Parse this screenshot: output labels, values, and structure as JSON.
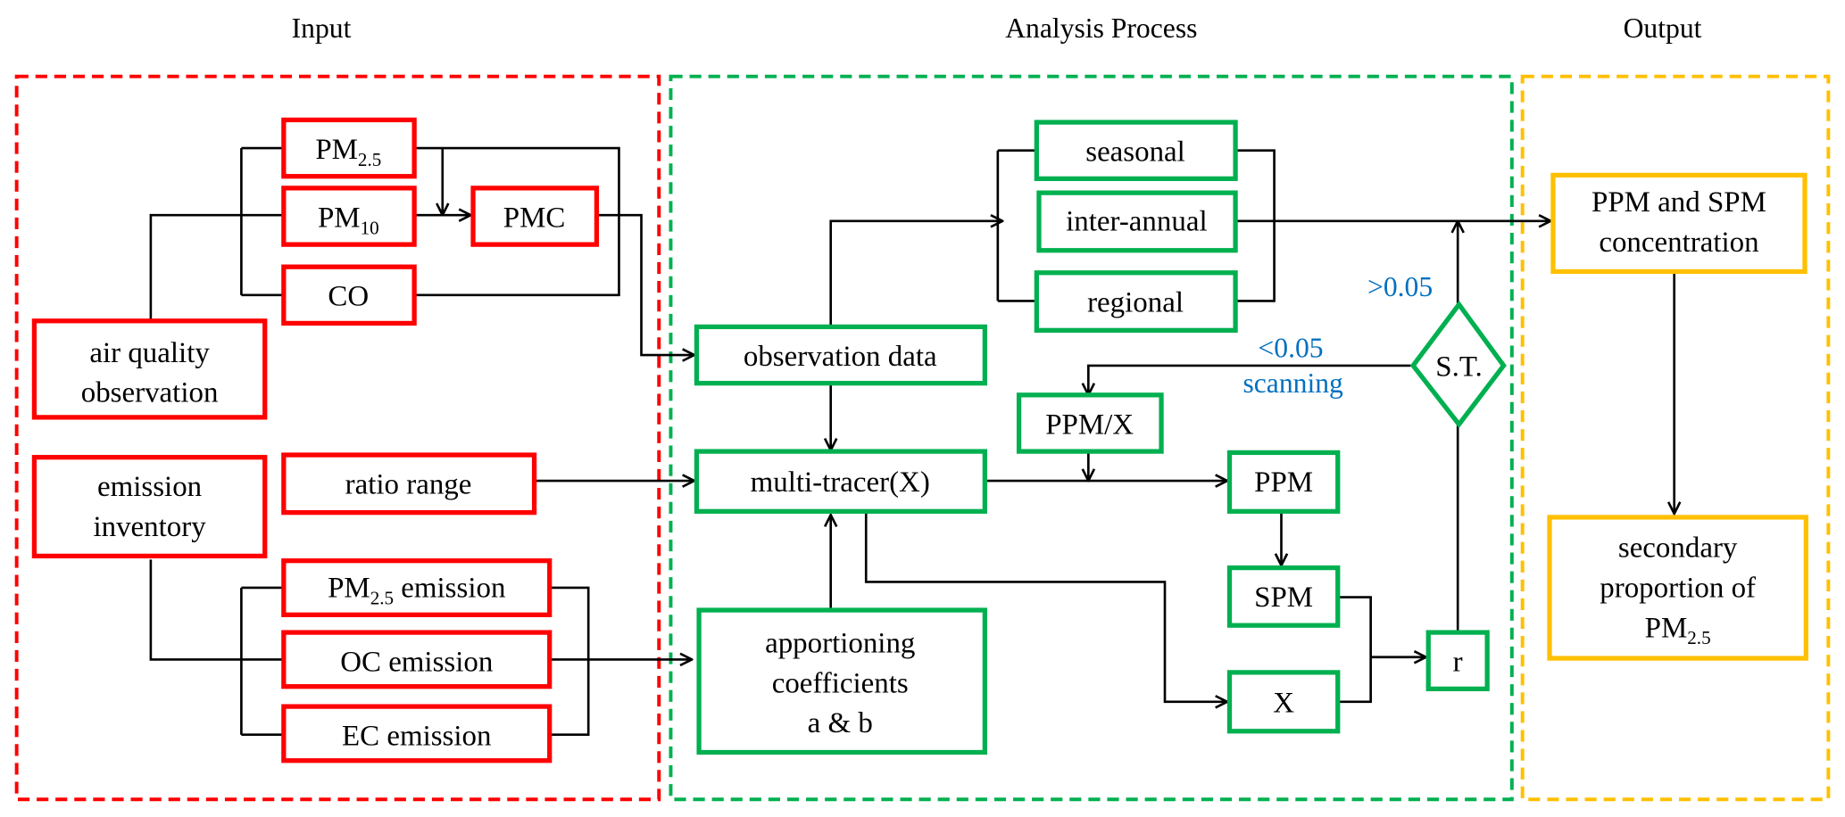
{
  "colors": {
    "input": "#ff0000",
    "analysis": "#00b050",
    "output": "#ffc000",
    "annotation": "#0070c0",
    "line": "#000000"
  },
  "sections": {
    "input": {
      "title": "Input"
    },
    "analysis": {
      "title": "Analysis Process"
    },
    "output": {
      "title": "Output"
    }
  },
  "input": {
    "pm25": {
      "base": "PM",
      "sub": "2.5"
    },
    "pm10": {
      "base": "PM",
      "sub": "10"
    },
    "co": "CO",
    "pmc": "PMC",
    "air_quality": [
      "air quality",
      "observation"
    ],
    "emission_inventory": [
      "emission",
      "inventory"
    ],
    "ratio_range": "ratio range",
    "pm25_emission": {
      "base": "PM",
      "sub": "2.5",
      "suffix": " emission"
    },
    "oc_emission": "OC emission",
    "ec_emission": "EC emission"
  },
  "analysis": {
    "seasonal": "seasonal",
    "inter_annual": "inter-annual",
    "regional": "regional",
    "observation_data": "observation data",
    "multi_tracer": "multi-tracer(X)",
    "apportioning": [
      "apportioning",
      "coefficients",
      "a & b"
    ],
    "ppm_x": "PPM/X",
    "ppm": "PPM",
    "spm": "SPM",
    "x": "X",
    "r": "r",
    "st": "S.T.",
    "gt": ">0.05",
    "lt": "<0.05",
    "scanning": "scanning"
  },
  "output": {
    "concentration": [
      "PPM and SPM",
      "concentration"
    ],
    "secondary": [
      "secondary",
      "proportion of"
    ],
    "secondary_pm": {
      "base": "PM",
      "sub": "2.5"
    }
  }
}
